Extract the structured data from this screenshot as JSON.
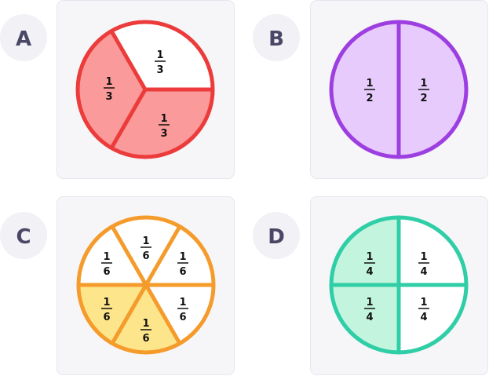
{
  "options": [
    {
      "letter": "A",
      "stroke": "#ec3b3b",
      "shade": "#fb9a9a",
      "labels": [
        {
          "num": "1",
          "den": "3"
        },
        {
          "num": "1",
          "den": "3"
        },
        {
          "num": "1",
          "den": "3"
        }
      ]
    },
    {
      "letter": "B",
      "stroke": "#9d3ee0",
      "shade": "#e7cbfc",
      "labels": [
        {
          "num": "1",
          "den": "2"
        },
        {
          "num": "1",
          "den": "2"
        }
      ]
    },
    {
      "letter": "C",
      "stroke": "#f59b2c",
      "shade": "#fde58c",
      "labels": [
        {
          "num": "1",
          "den": "6"
        },
        {
          "num": "1",
          "den": "6"
        },
        {
          "num": "1",
          "den": "6"
        },
        {
          "num": "1",
          "den": "6"
        },
        {
          "num": "1",
          "den": "6"
        },
        {
          "num": "1",
          "den": "6"
        }
      ]
    },
    {
      "letter": "D",
      "stroke": "#2fcea6",
      "shade": "#c3f5de",
      "labels": [
        {
          "num": "1",
          "den": "4"
        },
        {
          "num": "1",
          "den": "4"
        },
        {
          "num": "1",
          "den": "4"
        },
        {
          "num": "1",
          "den": "4"
        }
      ]
    }
  ],
  "colors": {
    "card": "#f6f6f9",
    "card_border": "#e6e6ef",
    "badge": "#f1f1f6"
  }
}
